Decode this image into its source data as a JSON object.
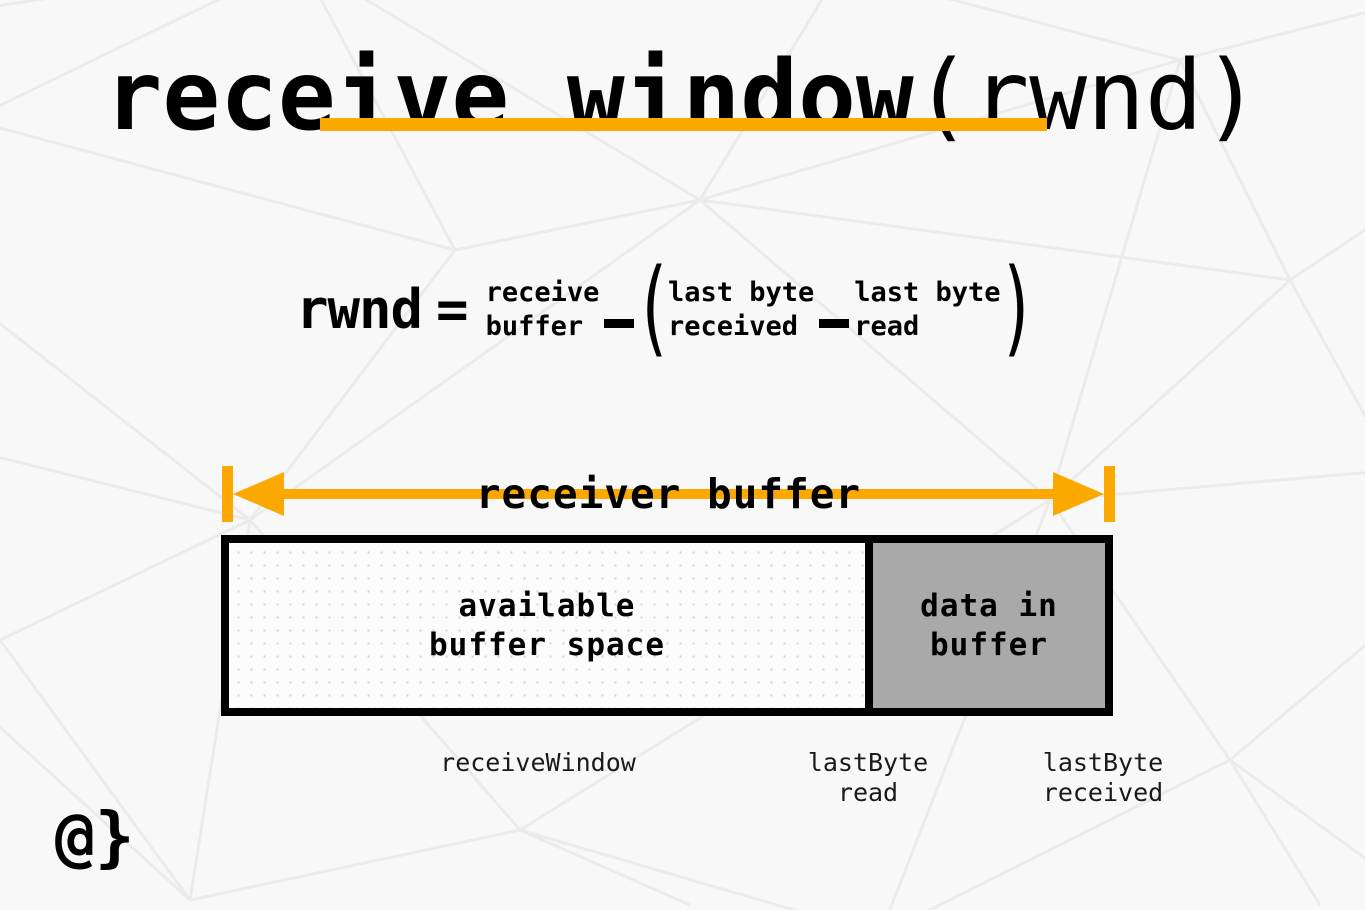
{
  "slide": {
    "title": {
      "main": "receive window",
      "paren": "(rwnd)",
      "underline_color": "#fba900"
    },
    "formula": {
      "lhs": "rwnd",
      "equals": "=",
      "term1_line1": "receive",
      "term1_line2": "buffer",
      "minus1": "−",
      "open_paren": "(",
      "term2_line1": "last byte",
      "term2_line2": "received",
      "minus2": "−",
      "term3_line1": "last byte",
      "term3_line2": "read",
      "close_paren": ")",
      "plain_text": "rwnd = receive buffer - (last byte received - last byte read)"
    },
    "diagram": {
      "span_label": "receiver buffer",
      "span_arrow_color": "#fba900",
      "segments": [
        {
          "name": "available",
          "label": "available\nbuffer space",
          "fill": "dotted-white"
        },
        {
          "name": "data-in-buffer",
          "label": "data in\nbuffer",
          "fill": "#a9a9a9"
        }
      ],
      "tick_labels": [
        {
          "name": "receive-window",
          "text": "receiveWindow"
        },
        {
          "name": "last-byte-read",
          "text": "lastByte\nread"
        },
        {
          "name": "last-byte-received",
          "text": "lastByte\nreceived"
        }
      ]
    },
    "logo": "@}",
    "colors": {
      "accent": "#fba900",
      "background": "#f8f8f8",
      "mesh_line": "#ebebeb",
      "box_border": "#000000",
      "data_fill": "#a9a9a9"
    }
  }
}
